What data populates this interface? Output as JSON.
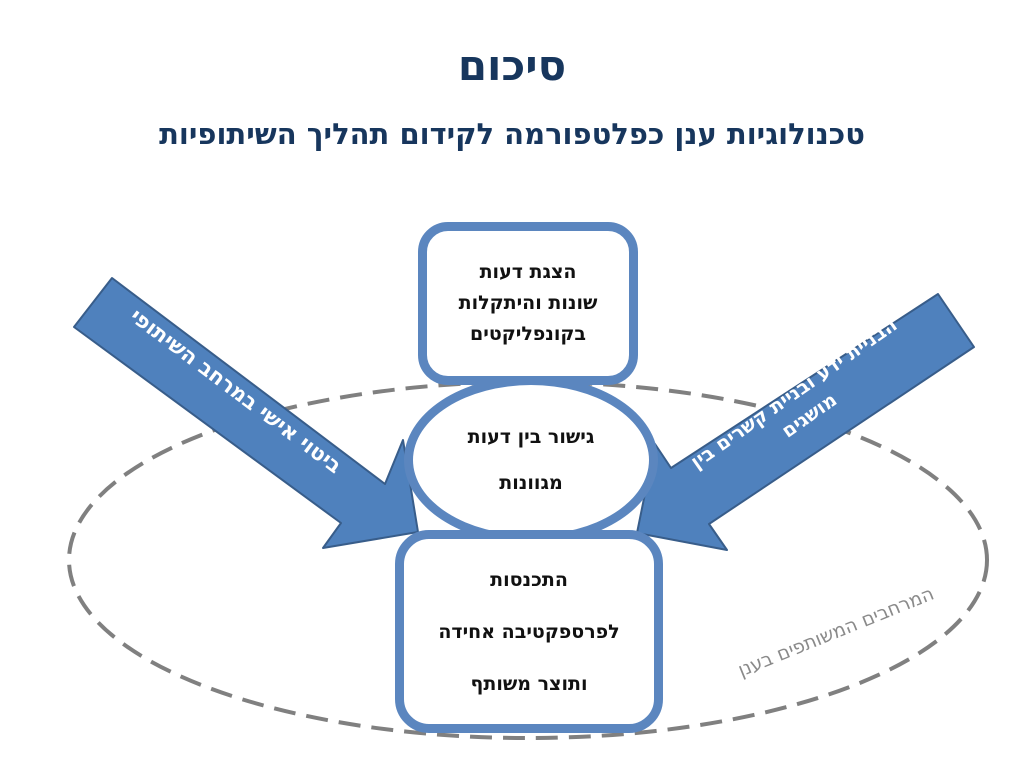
{
  "slide": {
    "title": "סיכום",
    "subtitle": "טכנולוגיות ענן כפלטפורמה לקידום תהליך השיתופיות"
  },
  "boxes": {
    "top": {
      "lines": [
        "הצגת דעות",
        "שונות והיתקלות",
        "בקונפליקטים"
      ]
    },
    "middle": {
      "lines": [
        "גישור בין דעות",
        "מגוונות"
      ]
    },
    "bottom": {
      "lines": [
        "התכנסות",
        "לפרספקטיבה אחידה",
        "ותוצר משותף"
      ]
    }
  },
  "arrows": {
    "left": {
      "text": "ביטוי אישי במרחב השיתופי"
    },
    "right": {
      "lines": [
        "הבניית ידע ובניית קשרים בין",
        "מושגים"
      ]
    }
  },
  "ellipse": {
    "label": "המרחבים המשותפים בענן"
  },
  "colors": {
    "title": "#17365d",
    "shape_fill": "#4f81bd",
    "shape_stroke": "#385d8a",
    "box_border": "#5b86bf",
    "dashed_ellipse": "#808080"
  }
}
